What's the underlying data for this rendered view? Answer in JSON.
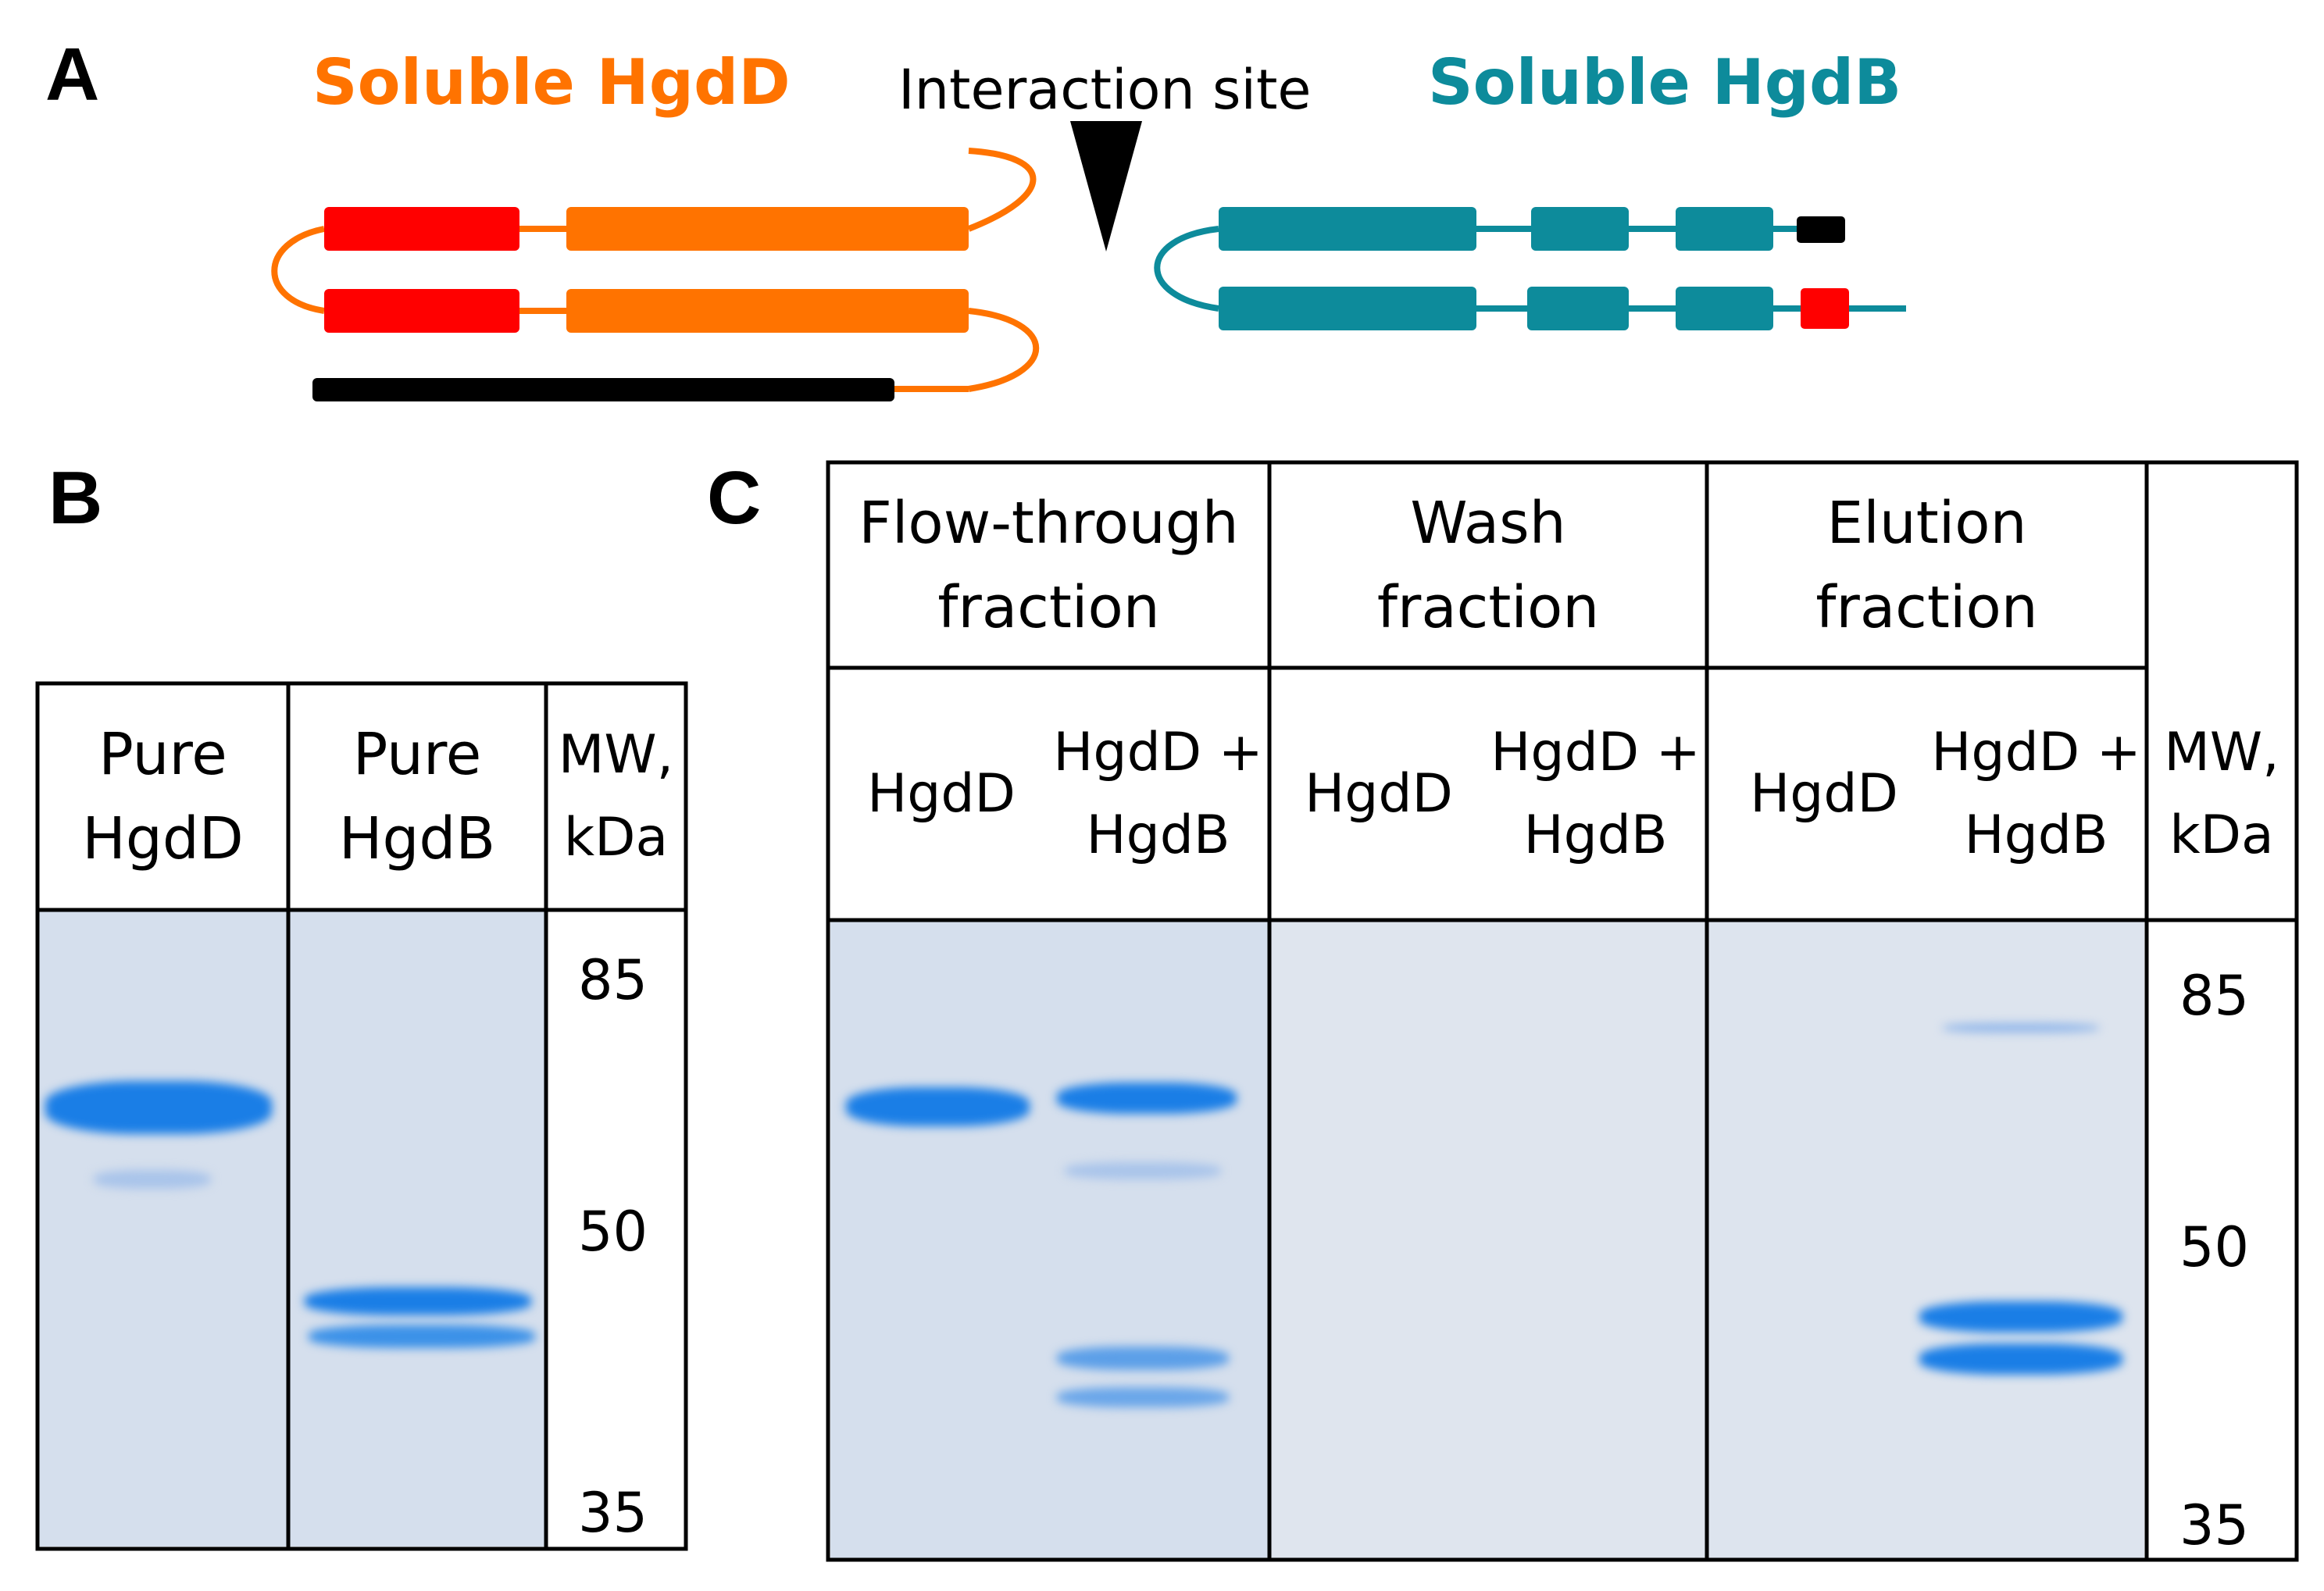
{
  "panel_a": {
    "letter": "A",
    "hgdd_title": "Soluble HgdD",
    "site_label": "Interaction site",
    "hgdb_title": "Soluble HgdB",
    "colors": {
      "hgdd": "#ff7300",
      "hgdd_segment": "#ff0000",
      "hgdb": "#0d8b9b",
      "black_segment": "#000000",
      "red_tag": "#ff0000"
    }
  },
  "panel_b": {
    "letter": "B",
    "columns": [
      {
        "line1": "Pure",
        "line2": "HgdD"
      },
      {
        "line1": "Pure",
        "line2": "HgdB"
      },
      {
        "line1": "MW,",
        "line2": "kDa"
      }
    ],
    "markers": [
      "85",
      "50",
      "35"
    ]
  },
  "panel_c": {
    "letter": "C",
    "fractions": [
      {
        "line1": "Flow-through",
        "line2": "fraction"
      },
      {
        "line1": "Wash",
        "line2": "fraction"
      },
      {
        "line1": "Elution",
        "line2": "fraction"
      }
    ],
    "lanes": [
      {
        "line1": "HgdD",
        "line2": ""
      },
      {
        "line1": "HgdD +",
        "line2": "HgdB"
      },
      {
        "line1": "HgdD",
        "line2": ""
      },
      {
        "line1": "HgdD +",
        "line2": "HgdB"
      },
      {
        "line1": "HgdD",
        "line2": ""
      },
      {
        "line1": "HgdD +",
        "line2": "HgdB"
      }
    ],
    "mw_header": {
      "line1": "MW,",
      "line2": "kDa"
    },
    "markers": [
      "85",
      "50",
      "35"
    ]
  },
  "gel": {
    "background": "#d5dfed",
    "band_color": "#1a7ee6"
  }
}
